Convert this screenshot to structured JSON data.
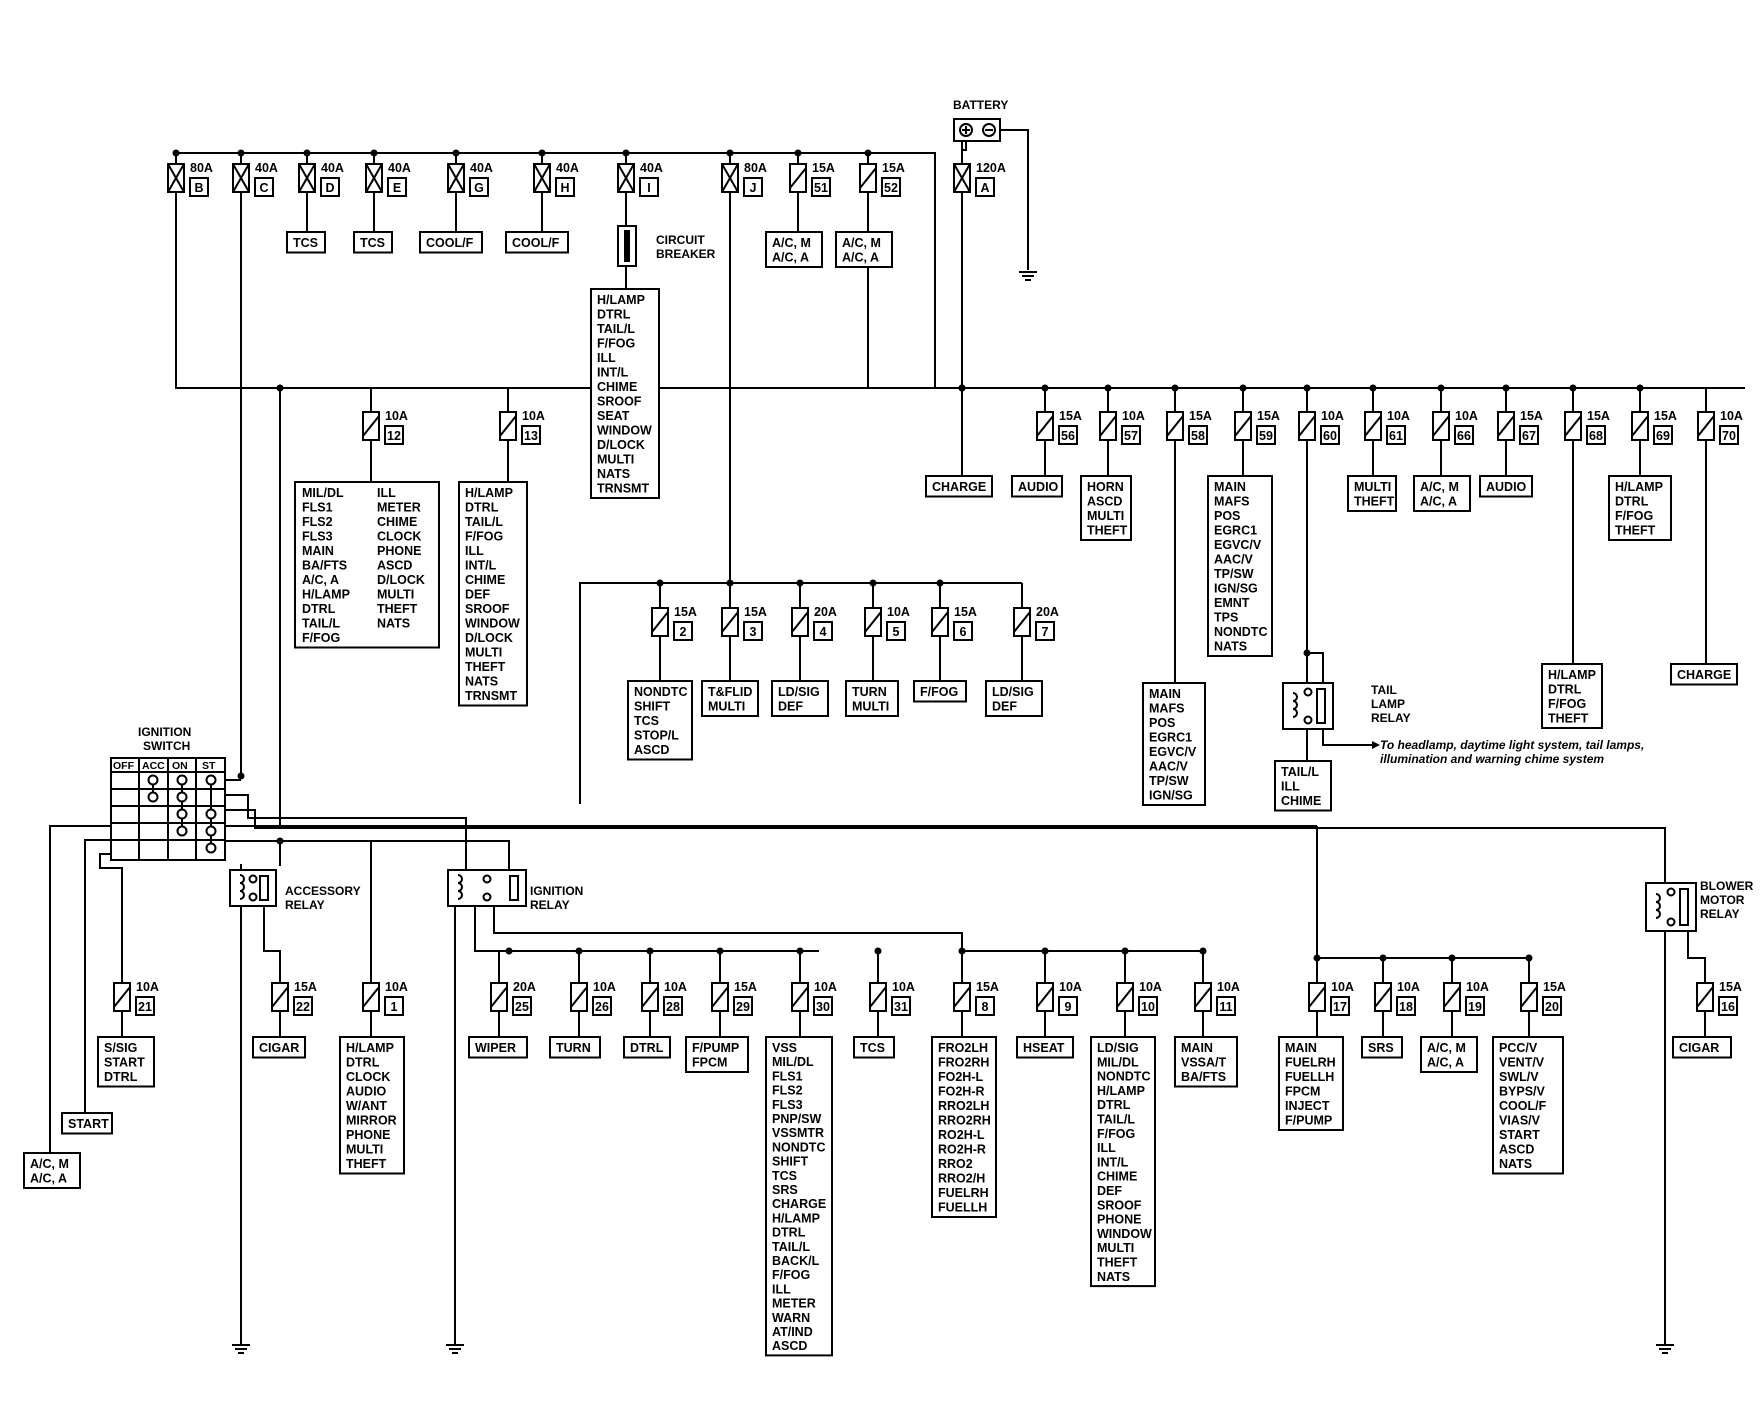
{
  "labels": {
    "battery": "BATTERY",
    "circuit_breaker": [
      "CIRCUIT",
      "BREAKER"
    ],
    "ignition_switch": [
      "IGNITION",
      "SWITCH"
    ],
    "switch_positions": [
      "OFF",
      "ACC",
      "ON",
      "ST"
    ],
    "accessory_relay": [
      "ACCESSORY",
      "RELAY"
    ],
    "ignition_relay": [
      "IGNITION",
      "RELAY"
    ],
    "blower_motor_relay": [
      "BLOWER",
      "MOTOR",
      "RELAY"
    ],
    "tail_lamp_relay": [
      "TAIL",
      "LAMP",
      "RELAY"
    ],
    "tail_note": [
      "To headlamp, daytime light system, tail lamps,",
      "illumination and warning chime system"
    ]
  },
  "fusible_links": [
    {
      "rating": "80A",
      "id": "B"
    },
    {
      "rating": "40A",
      "id": "C"
    },
    {
      "rating": "40A",
      "id": "D"
    },
    {
      "rating": "40A",
      "id": "E"
    },
    {
      "rating": "40A",
      "id": "G"
    },
    {
      "rating": "40A",
      "id": "H"
    },
    {
      "rating": "40A",
      "id": "I"
    },
    {
      "rating": "80A",
      "id": "J"
    },
    {
      "rating": "120A",
      "id": "A"
    }
  ],
  "fuses": {
    "f51": {
      "rating": "15A",
      "id": "51",
      "items": [
        "A/C, M",
        "A/C, A"
      ]
    },
    "f52": {
      "rating": "15A",
      "id": "52",
      "items": [
        "A/C, M",
        "A/C, A"
      ]
    },
    "f12": {
      "rating": "10A",
      "id": "12",
      "items": [
        "MIL/DL",
        "FLS1",
        "FLS2",
        "FLS3",
        "MAIN",
        "BA/FTS",
        "A/C, A",
        "H/LAMP",
        "DTRL",
        "TAIL/L",
        "F/FOG"
      ],
      "items2": [
        "ILL",
        "METER",
        "CHIME",
        "CLOCK",
        "PHONE",
        "ASCD",
        "D/LOCK",
        "MULTI",
        "THEFT",
        "NATS"
      ]
    },
    "f13": {
      "rating": "10A",
      "id": "13",
      "items": [
        "H/LAMP",
        "DTRL",
        "TAIL/L",
        "F/FOG",
        "ILL",
        "INT/L",
        "CHIME",
        "DEF",
        "SROOF",
        "WINDOW",
        "D/LOCK",
        "MULTI",
        "THEFT",
        "NATS",
        "TRNSMT"
      ]
    },
    "f2": {
      "rating": "15A",
      "id": "2",
      "items": [
        "NONDTC",
        "SHIFT",
        "TCS",
        "STOP/L",
        "ASCD"
      ]
    },
    "f3": {
      "rating": "15A",
      "id": "3",
      "items": [
        "T&FLID",
        "MULTI"
      ]
    },
    "f4": {
      "rating": "20A",
      "id": "4",
      "items": [
        "LD/SIG",
        "DEF"
      ]
    },
    "f5": {
      "rating": "10A",
      "id": "5",
      "items": [
        "TURN",
        "MULTI"
      ]
    },
    "f6": {
      "rating": "15A",
      "id": "6",
      "items": [
        "F/FOG"
      ]
    },
    "f7": {
      "rating": "20A",
      "id": "7",
      "items": [
        "LD/SIG",
        "DEF"
      ]
    },
    "f56": {
      "rating": "15A",
      "id": "56",
      "items": [
        "AUDIO"
      ]
    },
    "f57": {
      "rating": "10A",
      "id": "57",
      "items": [
        "HORN",
        "ASCD",
        "MULTI",
        "THEFT"
      ]
    },
    "f58": {
      "rating": "15A",
      "id": "58",
      "items": [
        "MAIN",
        "MAFS",
        "POS",
        "EGRC1",
        "EGVC/V",
        "AAC/V",
        "TP/SW",
        "IGN/SG"
      ]
    },
    "f59": {
      "rating": "15A",
      "id": "59",
      "items": [
        "MAIN",
        "MAFS",
        "POS",
        "EGRC1",
        "EGVC/V",
        "AAC/V",
        "TP/SW",
        "IGN/SG",
        "EMNT",
        "TPS",
        "NONDTC",
        "NATS"
      ]
    },
    "f60": {
      "rating": "10A",
      "id": "60",
      "items": [
        "TAIL/L",
        "ILL",
        "CHIME"
      ]
    },
    "f61": {
      "rating": "10A",
      "id": "61",
      "items": [
        "MULTI",
        "THEFT"
      ]
    },
    "f66": {
      "rating": "10A",
      "id": "66",
      "items": [
        "A/C, M",
        "A/C, A"
      ]
    },
    "f67": {
      "rating": "15A",
      "id": "67",
      "items": [
        "AUDIO"
      ]
    },
    "f68": {
      "rating": "15A",
      "id": "68",
      "items": [
        "H/LAMP",
        "DTRL",
        "F/FOG",
        "THEFT"
      ]
    },
    "f69": {
      "rating": "15A",
      "id": "69",
      "items": [
        "H/LAMP",
        "DTRL",
        "F/FOG",
        "THEFT"
      ]
    },
    "f70": {
      "rating": "10A",
      "id": "70",
      "items": [
        "CHARGE"
      ]
    },
    "f21": {
      "rating": "10A",
      "id": "21",
      "items": [
        "S/SIG",
        "START",
        "DTRL"
      ]
    },
    "f22": {
      "rating": "15A",
      "id": "22",
      "items": [
        "CIGAR"
      ]
    },
    "f1": {
      "rating": "10A",
      "id": "1",
      "items": [
        "H/LAMP",
        "DTRL",
        "CLOCK",
        "AUDIO",
        "W/ANT",
        "MIRROR",
        "PHONE",
        "MULTI",
        "THEFT"
      ]
    },
    "f25": {
      "rating": "20A",
      "id": "25",
      "items": [
        "WIPER"
      ]
    },
    "f26": {
      "rating": "10A",
      "id": "26",
      "items": [
        "TURN"
      ]
    },
    "f28": {
      "rating": "10A",
      "id": "28",
      "items": [
        "DTRL"
      ]
    },
    "f29": {
      "rating": "15A",
      "id": "29",
      "items": [
        "F/PUMP",
        "FPCM"
      ]
    },
    "f30": {
      "rating": "10A",
      "id": "30",
      "items": [
        "VSS",
        "MIL/DL",
        "FLS1",
        "FLS2",
        "FLS3",
        "PNP/SW",
        "VSSMTR",
        "NONDTC",
        "SHIFT",
        "TCS",
        "SRS",
        "CHARGE",
        "H/LAMP",
        "DTRL",
        "TAIL/L",
        "BACK/L",
        "F/FOG",
        "ILL",
        "METER",
        "WARN",
        "AT/IND",
        "ASCD"
      ]
    },
    "f31": {
      "rating": "10A",
      "id": "31",
      "items": [
        "TCS"
      ]
    },
    "f8": {
      "rating": "15A",
      "id": "8",
      "items": [
        "FRO2LH",
        "FRO2RH",
        "FO2H-L",
        "FO2H-R",
        "RRO2LH",
        "RRO2RH",
        "RO2H-L",
        "RO2H-R",
        "RRO2",
        "RRO2/H",
        "FUELRH",
        "FUELLH"
      ]
    },
    "f9": {
      "rating": "10A",
      "id": "9",
      "items": [
        "HSEAT"
      ]
    },
    "f10": {
      "rating": "10A",
      "id": "10",
      "items": [
        "LD/SIG",
        "MIL/DL",
        "NONDTC",
        "H/LAMP",
        "DTRL",
        "TAIL/L",
        "F/FOG",
        "ILL",
        "INT/L",
        "CHIME",
        "DEF",
        "SROOF",
        "PHONE",
        "WINDOW",
        "MULTI",
        "THEFT",
        "NATS"
      ]
    },
    "f11": {
      "rating": "10A",
      "id": "11",
      "items": [
        "MAIN",
        "VSSA/T",
        "BA/FTS"
      ]
    },
    "f17": {
      "rating": "10A",
      "id": "17",
      "items": [
        "MAIN",
        "FUELRH",
        "FUELLH",
        "FPCM",
        "INJECT",
        "F/PUMP"
      ]
    },
    "f18": {
      "rating": "10A",
      "id": "18",
      "items": [
        "SRS"
      ]
    },
    "f19": {
      "rating": "10A",
      "id": "19",
      "items": [
        "A/C, M",
        "A/C, A"
      ]
    },
    "f20": {
      "rating": "15A",
      "id": "20",
      "items": [
        "PCC/V",
        "VENT/V",
        "SWL/V",
        "BYPS/V",
        "COOL/F",
        "VIAS/V",
        "START",
        "ASCD",
        "NATS"
      ]
    },
    "f16": {
      "rating": "15A",
      "id": "16",
      "items": [
        "CIGAR"
      ]
    }
  },
  "link_loads": {
    "D": [
      "TCS"
    ],
    "E": [
      "TCS"
    ],
    "G": [
      "COOL/F"
    ],
    "H": [
      "COOL/F"
    ],
    "I": [
      "H/LAMP",
      "DTRL",
      "TAIL/L",
      "F/FOG",
      "ILL",
      "INT/L",
      "CHIME",
      "SROOF",
      "SEAT",
      "WINDOW",
      "D/LOCK",
      "MULTI",
      "NATS",
      "TRNSMT"
    ],
    "A": [
      "CHARGE"
    ]
  },
  "switch_loads": {
    "start": [
      "START"
    ],
    "acm": [
      "A/C, M",
      "A/C, A"
    ]
  }
}
